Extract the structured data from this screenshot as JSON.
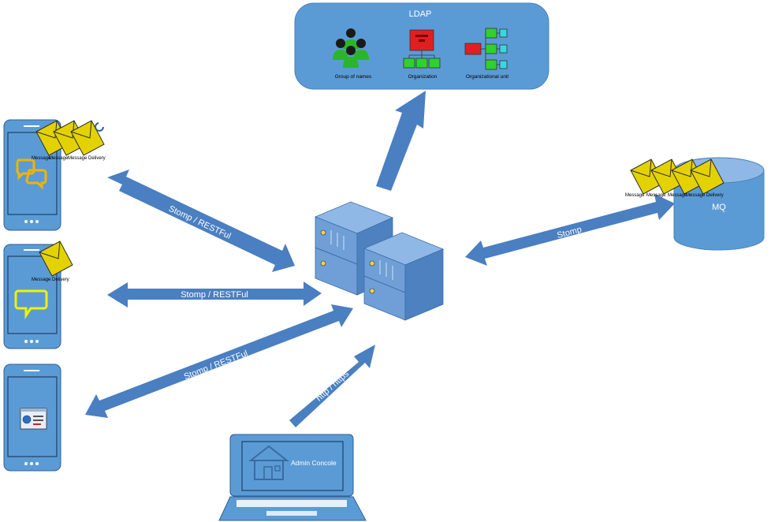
{
  "ldap": {
    "title": "LDAP",
    "items": [
      {
        "label": "Group of names",
        "icon": "people-group-icon"
      },
      {
        "label": "Organization",
        "icon": "org-chart-icon"
      },
      {
        "label": "Organizational unit",
        "icon": "org-unit-icon"
      }
    ]
  },
  "devices": [
    {
      "badges": [
        "Message",
        "Message",
        "Message Delivery"
      ],
      "app_icon": "chat-bubbles-icon"
    },
    {
      "badges": [
        "Message Delivery"
      ],
      "app_icon": "chat-bubble-icon"
    },
    {
      "badges": [],
      "app_icon": "browser-app-icon"
    }
  ],
  "mq": {
    "label": "MQ",
    "badges": [
      "Message",
      "Message",
      "Message",
      "Message Delivery"
    ]
  },
  "admin": {
    "label": "Admin Concole",
    "icon": "house-icon"
  },
  "connections": {
    "phone1": "Stomp / RESTFul",
    "phone2": "Stomp / RESTFul",
    "phone3": "Stomp / RESTFul",
    "mq": "Stomp",
    "admin": "http / https"
  },
  "colors": {
    "arrow": "#4a7fc1",
    "ldap_panel": "#5b9bd5",
    "device_fill": "#5b9bd5",
    "server_fill": "#6f9fd6",
    "envelope": "#e3d200",
    "chat1": "#f0b400",
    "chat2": "#f2f200"
  }
}
